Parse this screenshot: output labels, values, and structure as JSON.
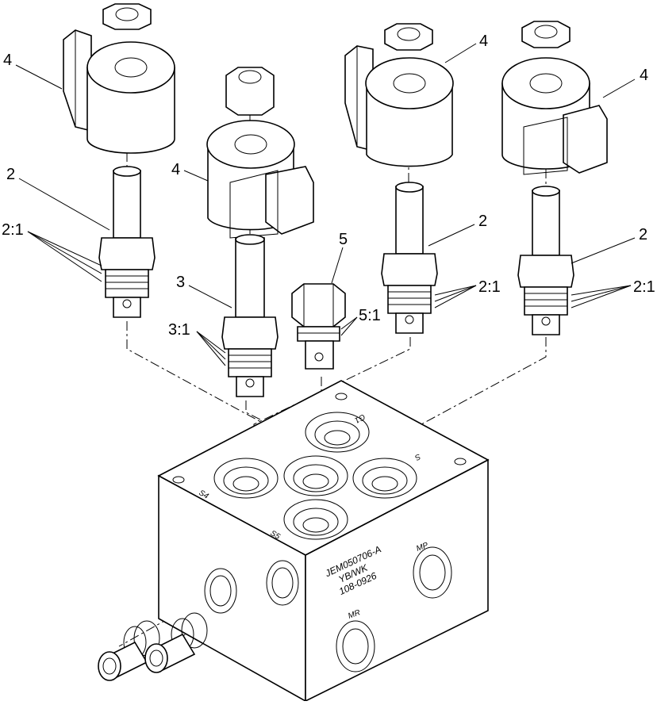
{
  "callouts": {
    "c_4a": "4",
    "c_4b": "4",
    "c_4c": "4",
    "c_4d": "4",
    "c_2a": "2",
    "c_2b": "2",
    "c_2c": "2",
    "c_21a": "2:1",
    "c_21b": "2:1",
    "c_21c": "2:1",
    "c_3": "3",
    "c_31": "3:1",
    "c_5": "5",
    "c_51": "5:1"
  },
  "manifold": {
    "stamp_line1": "JEM050706-A",
    "stamp_line2": "YB/WK",
    "stamp_line3": "108-0926",
    "port_g1": "G1",
    "port_s": "S",
    "port_s4": "S4",
    "port_s5": "S5",
    "port_mp": "MP",
    "port_mr": "MR"
  }
}
